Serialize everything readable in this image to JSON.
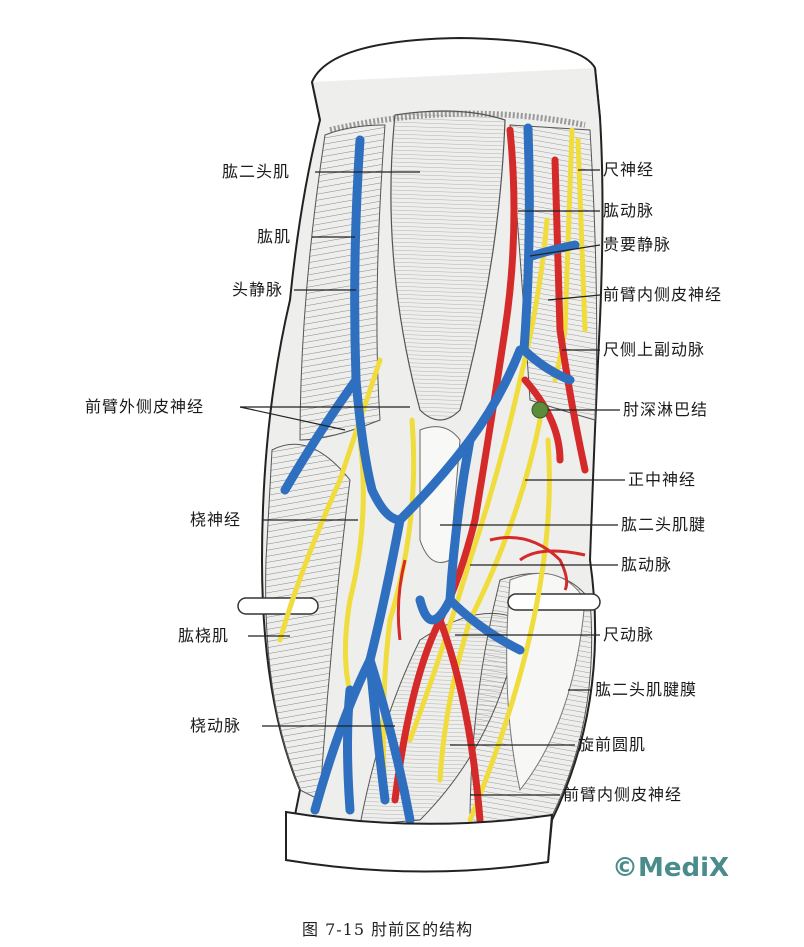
{
  "labels_left": {
    "biceps_muscle": "肱二头肌",
    "brachialis": "肱肌",
    "cephalic_vein": "头静脉",
    "lateral_antebrachial_cutaneous_nerve": "前臂外侧皮神经",
    "radial_nerve": "桡神经",
    "brachioradialis": "肱桡肌",
    "radial_artery": "桡动脉"
  },
  "labels_right": {
    "ulnar_nerve": "尺神经",
    "brachial_artery_upper": "肱动脉",
    "basilic_vein": "贵要静脉",
    "medial_antebrachial_cutaneous_nerve_upper": "前臂内侧皮神经",
    "superior_ulnar_collateral_artery": "尺侧上副动脉",
    "cubital_deep_lymph_nodes": "肘深淋巴结",
    "median_nerve": "正中神经",
    "biceps_tendon": "肱二头肌腱",
    "brachial_artery_lower": "肱动脉",
    "ulnar_artery": "尺动脉",
    "bicipital_aponeurosis": "肱二头肌腱膜",
    "pronator_teres": "旋前圆肌",
    "medial_antebrachial_cutaneous_nerve_lower": "前臂内侧皮神经"
  },
  "watermark": "©MediX",
  "caption": "图 7-15    肘前区的结构",
  "colors": {
    "vein": "#2f6fc0",
    "artery": "#d42a2a",
    "nerve": "#f0dc3c",
    "muscle_line": "#555555",
    "skin": "#f4f4f2",
    "watermark": "#4a8c8c"
  }
}
